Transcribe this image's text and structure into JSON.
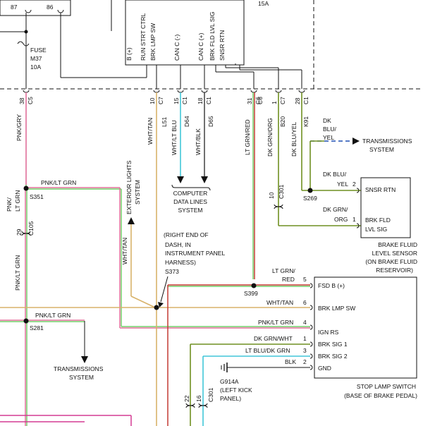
{
  "module": {
    "pins": [
      "B (+)",
      "RUN STRT CTRL",
      "BRK LMP SW",
      "CAN C (-)",
      "CAN C (+)",
      "BRK FLD LVL SIG",
      "SNSR RTN"
    ],
    "pin_top_left": "87",
    "pin_top_mid": "86",
    "fuse_rating_top": "15A"
  },
  "fuse": {
    "label": "FUSE",
    "id": "M37",
    "rating": "10A"
  },
  "connector_pins": [
    {
      "num": "38",
      "conn": "C5"
    },
    {
      "num": "10",
      "conn": "C7"
    },
    {
      "num": "15",
      "conn": "C1"
    },
    {
      "num": "18",
      "conn": "C1"
    },
    {
      "num": "31",
      "conn": "C6"
    },
    {
      "num": "1",
      "conn": "C7"
    },
    {
      "num": "28",
      "conn": "C1"
    }
  ],
  "circuits": {
    "pnk_gry": "PNK/GRY",
    "wht_tan": "WHT/TAN",
    "l51": "L51",
    "wht_ltblu": "WHT/LT BLU",
    "d64": "D64",
    "wht_blk": "WHT/BLK",
    "d65": "D65",
    "ltgrn_red": "LT GRN/RED",
    "c6": "C6",
    "dkgrn_org": "DK GRN/ORG",
    "b20": "B20",
    "dkblu_yel": "DK BLU/YEL",
    "k91": "K91"
  },
  "splices": {
    "s351": "S351",
    "s281": "S281",
    "s373": "S373",
    "s399": "S399",
    "s269": "S269"
  },
  "labels": {
    "pnk_ltgrn_top": "PNK/LT GRN",
    "pnk_ltgrn_vert1": "PNK/",
    "pnk_ltgrn_vert2": "LT GRN",
    "pin29": "29",
    "c105": "C105",
    "pnk_ltgrn_vert_low": "PNK/LT GRN",
    "pnk_ltgrn_mid": "PNK/LT GRN",
    "exterior_lights_1": "EXTERIOR LIGHTS",
    "exterior_lights_2": "SYSTEM",
    "computer_1": "COMPUTER",
    "computer_2": "DATA LINES",
    "computer_3": "SYSTEM",
    "wht_tan_vert": "WHT/TAN",
    "right_end_1": "(RIGHT END OF",
    "right_end_2": "DASH, IN",
    "right_end_3": "INSTRUMENT PANEL",
    "right_end_4": "HARNESS)",
    "dk_blu_1": "DK",
    "dk_blu_2": "BLU/",
    "dk_blu_3": "YEL",
    "trans_sys_1": "TRANSMISSIONS",
    "trans_sys_2": "SYSTEM",
    "trans_bottom_1": "TRANSMISSIONS",
    "trans_bottom_2": "SYSTEM",
    "dkblu_yel2_1": "DK BLU/",
    "dkblu_yel2_2": "YEL",
    "pin2": "2",
    "pin10": "10",
    "c301": "C301",
    "dkgrn_org1_1": "DK GRN/",
    "dkgrn_org1_2": "ORG",
    "pin1": "1",
    "ltgrn_red_h1": "LT GRN/",
    "ltgrn_red_h2": "RED",
    "pin5": "5",
    "wht_tan_h": "WHT/TAN",
    "pin6": "6",
    "pnk_ltgrn_h": "PNK/LT GRN",
    "pin4": "4",
    "dkgrn_wht1": "DK GRN/WHT",
    "pin1b": "1",
    "ltblu_dkgrn": "LT BLU/DK GRN",
    "pin3": "3",
    "blk": "BLK",
    "pin2b": "2",
    "g914a_1": "G914A",
    "g914a_2": "(LEFT KICK",
    "g914a_3": "PANEL)",
    "pin22": "22",
    "pin16": "16",
    "c301b": "C301"
  },
  "sensor": {
    "pins": [
      "SNSR RTN",
      "BRK FLD",
      "LVL SIG"
    ],
    "title_1": "BRAKE FLUID",
    "title_2": "LEVEL SENSOR",
    "title_3": "(ON BRAKE FLUID",
    "title_4": "RESERVOIR)"
  },
  "switch": {
    "pins": [
      "FSD B (+)",
      "BRK LMP SW",
      "IGN RS",
      "BRK SIG 1",
      "BRK SIG 2",
      "GND"
    ],
    "title_1": "STOP LAMP SWITCH",
    "title_2": "(BASE OF BRAKE PEDAL)"
  },
  "colors": {
    "line": "#111111",
    "tan": "#d8b26a",
    "pink": "#e0709a",
    "ltgreen": "#72cf6a",
    "ltblue": "#41c6d8",
    "olive": "#6f8f21",
    "red": "#c43a34",
    "blue": "#1f4fb4",
    "magenta": "#d43b93"
  }
}
